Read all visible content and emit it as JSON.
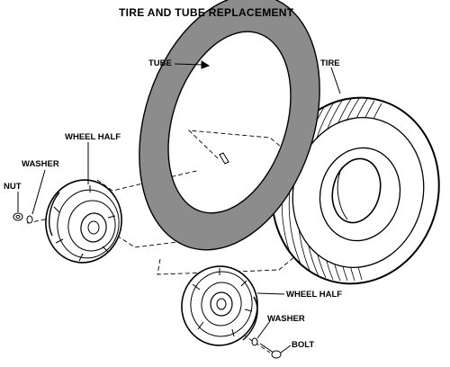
{
  "title": "TIRE AND TUBE REPLACEMENT",
  "labels": {
    "tube": "TUBE",
    "tire": "TIRE",
    "wheel_half_top": "WHEEL HALF",
    "washer_top": "WASHER",
    "nut": "NUT",
    "wheel_half_bottom": "WHEEL HALF",
    "washer_bottom": "WASHER",
    "bolt": "BOLT"
  },
  "colors": {
    "ink": "#000000",
    "tube_fill": "#8c8c8c",
    "paper": "#ffffff"
  }
}
